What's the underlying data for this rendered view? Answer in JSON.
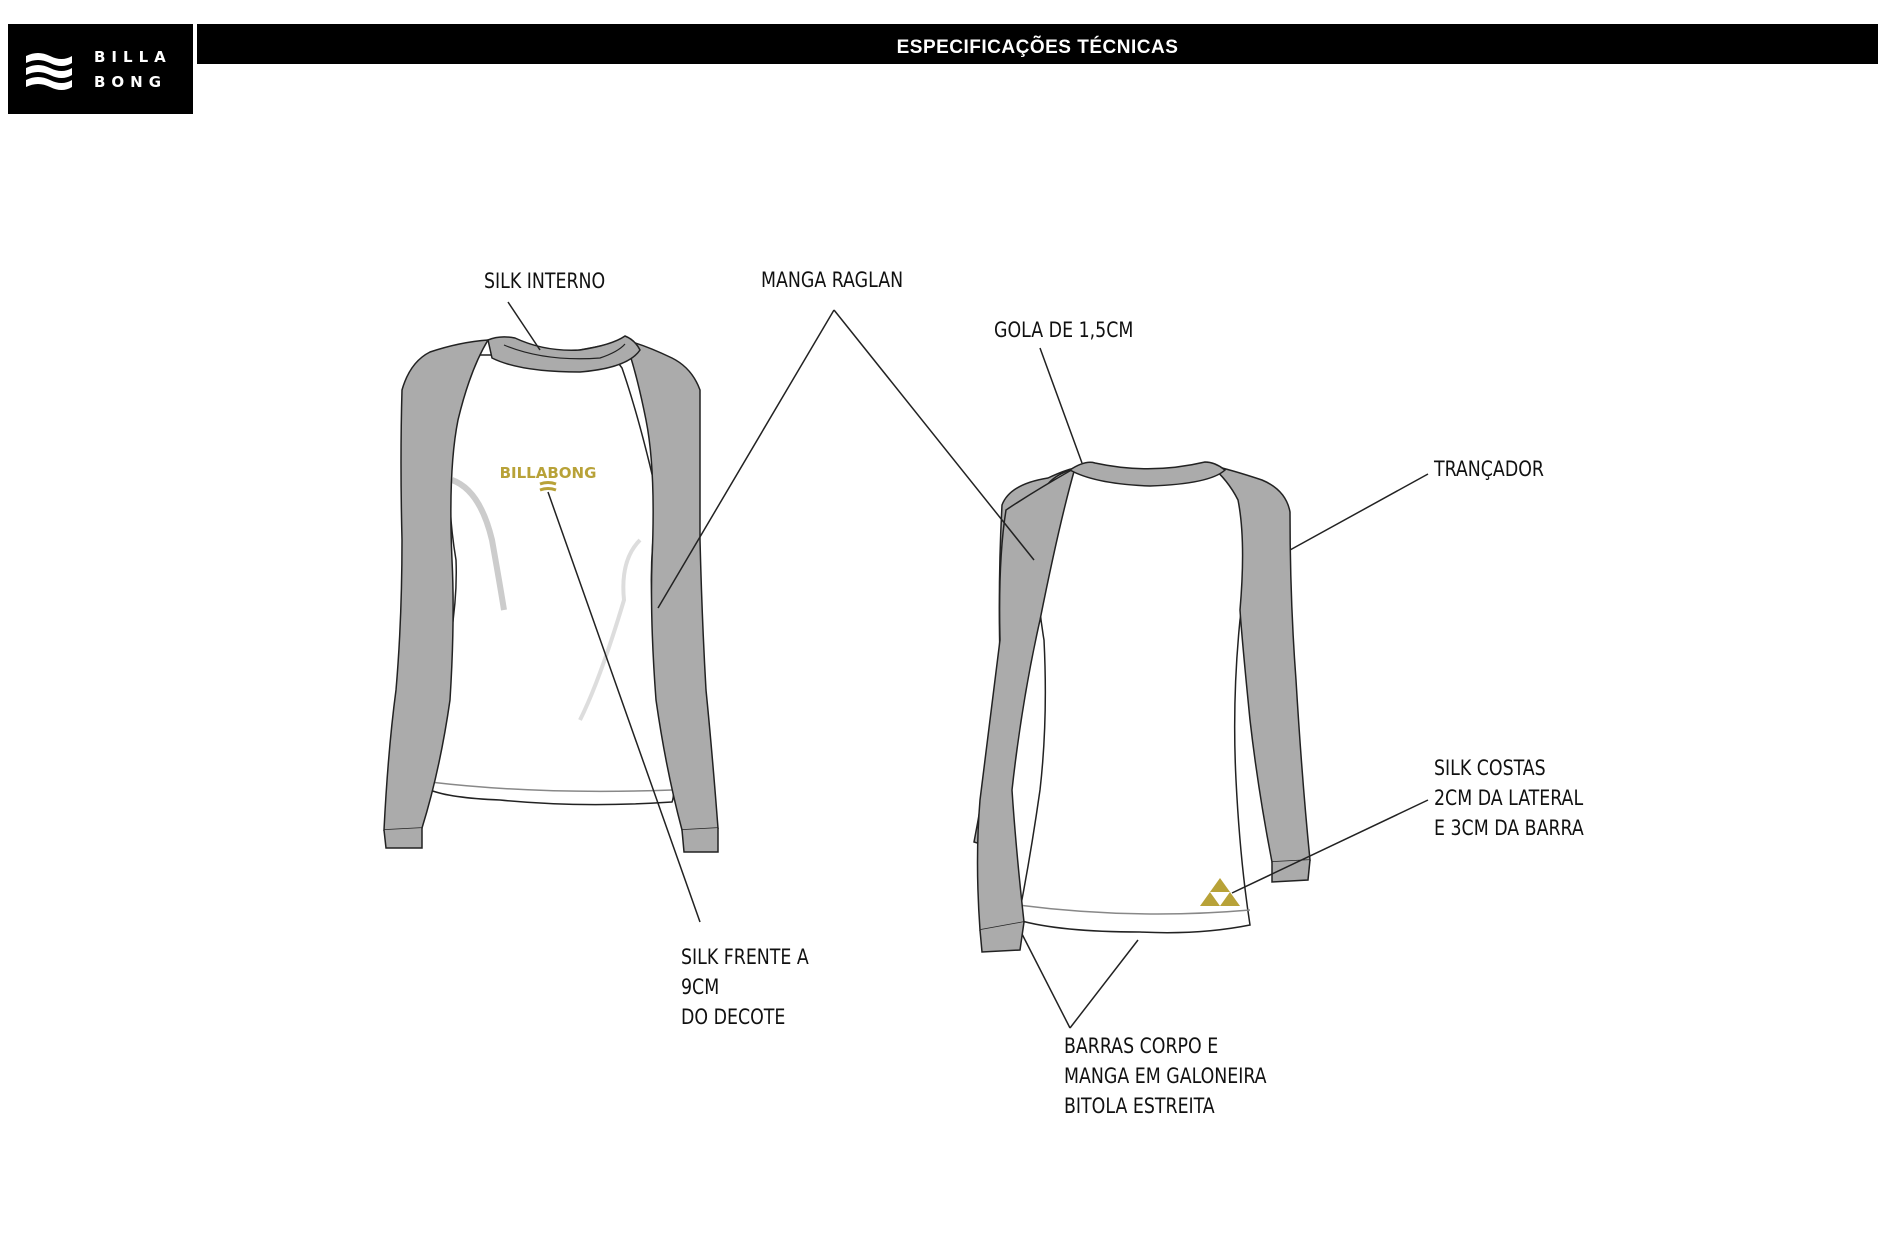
{
  "header": {
    "brand_line1": "BILLA",
    "brand_line2": "BONG",
    "title": "ESPECIFICAÇÕES TÉCNICAS"
  },
  "garment": {
    "front_print": "BILLABONG"
  },
  "labels": {
    "silk_interno": "SILK INTERNO",
    "manga_raglan": "MANGA RAGLAN",
    "gola": "GOLA DE 1,5CM",
    "trancador": "TRANÇADOR",
    "silk_costas": [
      "SILK COSTAS",
      "2CM DA LATERAL",
      "E 3CM DA BARRA"
    ],
    "silk_frente": [
      "SILK FRENTE A",
      "9CM",
      "DO DECOTE"
    ],
    "barras": [
      "BARRAS CORPO E",
      "MANGA EM GALONEIRA",
      "BITOLA ESTREITA"
    ]
  },
  "colors": {
    "sleeve_gray": "#ababab",
    "print_gold": "#b8a238",
    "outline": "#222222"
  }
}
